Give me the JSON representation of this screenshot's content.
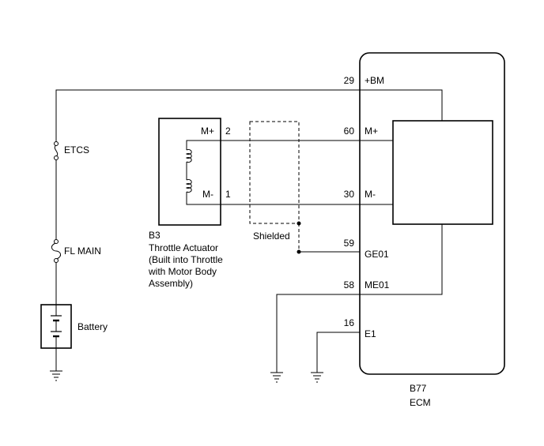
{
  "components": {
    "ecm": {
      "code": "B77",
      "name": "ECM"
    },
    "actuator": {
      "code": "B3",
      "name_lines": [
        "Throttle Actuator",
        "(Built into Throttle",
        "with Motor Body",
        "Assembly)"
      ]
    },
    "fuse_etcs": "ETCS",
    "fuse_fl_main": "FL MAIN",
    "battery": "Battery",
    "shield": "Shielded"
  },
  "ecm_pins": [
    {
      "num": "29",
      "name": "+BM"
    },
    {
      "num": "60",
      "name": "M+"
    },
    {
      "num": "30",
      "name": "M-"
    },
    {
      "num": "59",
      "name": "GE01"
    },
    {
      "num": "58",
      "name": "ME01"
    },
    {
      "num": "16",
      "name": "E1"
    }
  ],
  "actuator_pins": [
    {
      "num": "2",
      "name": "M+"
    },
    {
      "num": "1",
      "name": "M-"
    }
  ]
}
